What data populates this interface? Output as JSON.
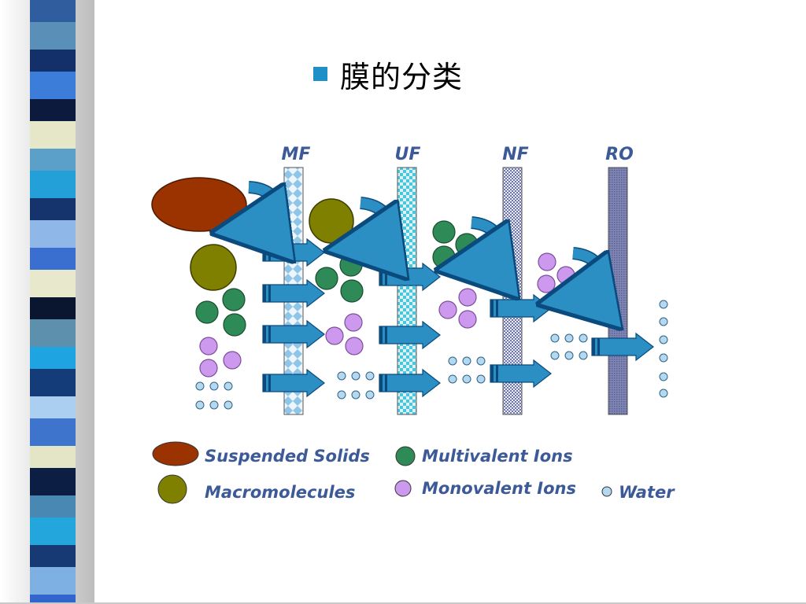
{
  "slide": {
    "title": "膜的分类",
    "bullet_color": "#1f8fc8"
  },
  "membranes": [
    {
      "label": "MF"
    },
    {
      "label": "UF"
    },
    {
      "label": "NF"
    },
    {
      "label": "RO"
    }
  ],
  "legend": [
    {
      "key": "suspended",
      "label": "Suspended Solids",
      "color": "#9b3300"
    },
    {
      "key": "multi",
      "label": "Multivalent Ions",
      "color": "#2e8b57"
    },
    {
      "key": "macro",
      "label": "Macromolecules",
      "color": "#808000"
    },
    {
      "key": "mono",
      "label": "Monovalent Ions",
      "color": "#cc99ee"
    },
    {
      "key": "water",
      "label": "Water",
      "color": "#b3d9f2"
    }
  ],
  "colors": {
    "label_blue": "#3d5a98",
    "arrow": "#2b8fc4",
    "arrow_dark": "#0b4a7d"
  }
}
